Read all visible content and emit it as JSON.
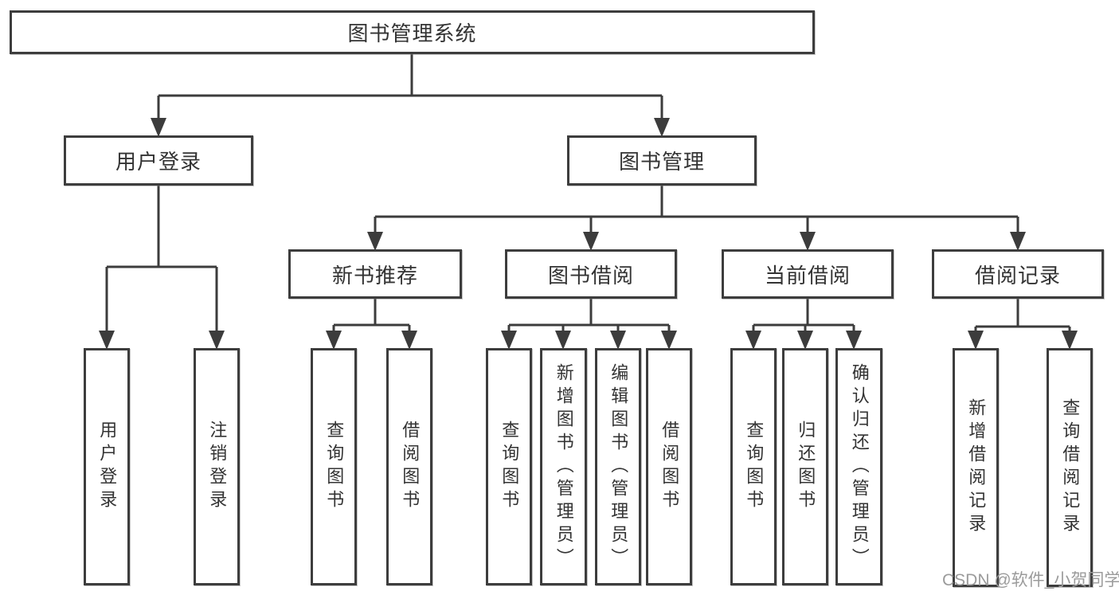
{
  "tree": {
    "label": "图书管理系统",
    "children": [
      {
        "label": "用户登录",
        "children": [
          {
            "label": "用户登录"
          },
          {
            "label": "注销登录"
          }
        ]
      },
      {
        "label": "图书管理",
        "children": [
          {
            "label": "新书推荐",
            "children": [
              {
                "label": "查询图书"
              },
              {
                "label": "借阅图书"
              }
            ]
          },
          {
            "label": "图书借阅",
            "children": [
              {
                "label": "查询图书"
              },
              {
                "label": "新增图书（管理员）"
              },
              {
                "label": "编辑图书（管理员）"
              },
              {
                "label": "借阅图书"
              }
            ]
          },
          {
            "label": "当前借阅",
            "children": [
              {
                "label": "查询图书"
              },
              {
                "label": "归还图书"
              },
              {
                "label": "确认归还（管理员）"
              }
            ]
          },
          {
            "label": "借阅记录",
            "children": [
              {
                "label": "新增借阅记录"
              },
              {
                "label": "查询借阅记录"
              }
            ]
          }
        ]
      }
    ]
  },
  "watermark": {
    "text": "CSDN @软件_小贺同学"
  },
  "colors": {
    "line": "#3c3c3c",
    "border": "#3d3d3d",
    "text": "#333333",
    "background": "#ffffff",
    "watermark": "#9b9b9b"
  }
}
